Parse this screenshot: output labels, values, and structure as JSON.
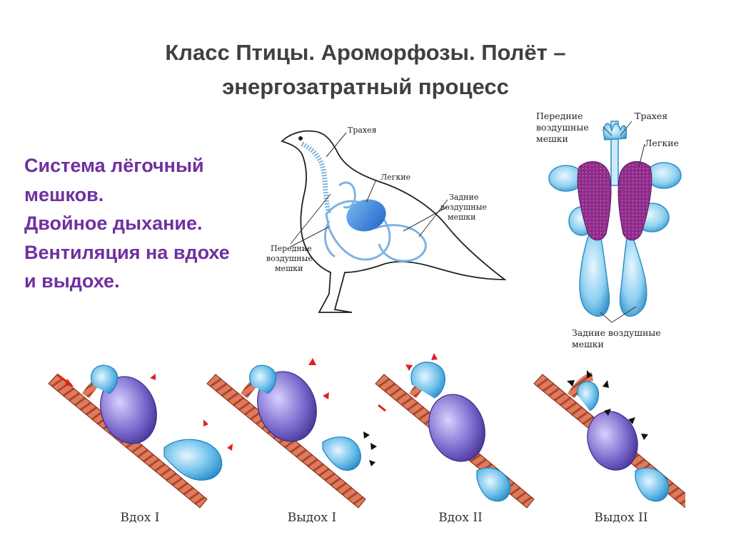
{
  "title": {
    "line1": "Класс Птицы. Ароморфозы. Полёт –",
    "line2": "энергозатратный процесс"
  },
  "description": {
    "lines": [
      "Система лёгочный",
      "мешков.",
      "Двойное дыхание.",
      "Вентиляция на вдохе",
      "и выдохе."
    ]
  },
  "bird_figure": {
    "trachea": "Трахея",
    "lungs": "Легкие",
    "posterior": [
      "Задние",
      "воздушные",
      "мешки"
    ],
    "anterior": [
      "Передние",
      "воздушные",
      "мешки"
    ]
  },
  "lungs_figure": {
    "anterior": [
      "Передние",
      "воздушные",
      "мешки"
    ],
    "trachea": "Трахея",
    "lungs": "Легкие",
    "posterior": [
      "Задние воздушные",
      "мешки"
    ]
  },
  "stages": [
    "Вдох I",
    "Выдох I",
    "Вдох II",
    "Выдох II"
  ],
  "colors": {
    "title": "#404040",
    "text": "#7030a0",
    "sac": "#5ab4e0",
    "lung": "#7a68cc",
    "trachea": "#c0604a",
    "lung_tissue": "#8e2c8a",
    "arrow_red": "#e02020",
    "arrow_black": "#111111"
  }
}
